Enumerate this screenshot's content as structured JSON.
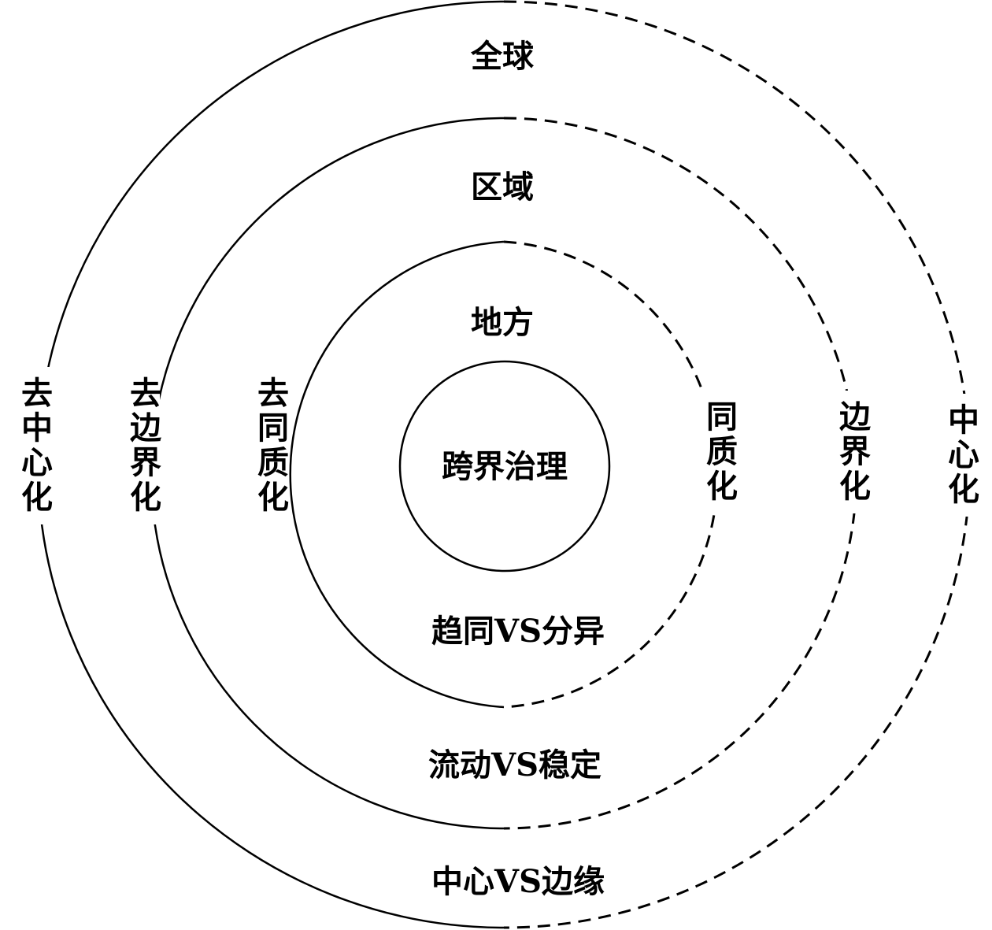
{
  "center": "跨界治理",
  "rings": [
    {
      "name": "地方",
      "left": "去同质化",
      "right": "同质化",
      "bottom": "趋同VS分异"
    },
    {
      "name": "区域",
      "left": "去边界化",
      "right": "边界化",
      "bottom": "流动VS稳定"
    },
    {
      "name": "全球",
      "left": "去中心化",
      "right": "中心化",
      "bottom": "中心VS边缘"
    }
  ]
}
